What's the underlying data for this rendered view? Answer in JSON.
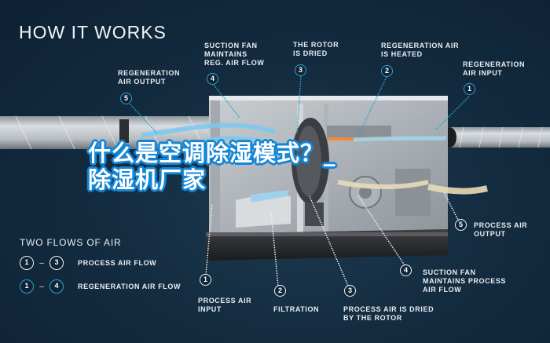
{
  "heading": "HOW IT WORKS",
  "overlay_title": "什么是空调除湿模式？_\n除湿机厂家",
  "colors": {
    "background": "#142c40",
    "regeneration_accent": "#2aa4d0",
    "process_accent": "#f2f5f7",
    "overlay_fill": "#ffffff",
    "overlay_stroke": "#1486d6",
    "process_air_stream": "#e8dcb8",
    "regeneration_air_stream": "#7cc8ee"
  },
  "top_callouts": [
    {
      "number": "5",
      "text": "REGENERATION\nAIR OUTPUT",
      "flow": "regeneration"
    },
    {
      "number": "4",
      "text": "SUCTION FAN\nMAINTAINS\nREG. AIR FLOW",
      "flow": "regeneration"
    },
    {
      "number": "3",
      "text": "THE ROTOR\nIS DRIED",
      "flow": "regeneration"
    },
    {
      "number": "2",
      "text": "REGENERATION AIR\nIS HEATED",
      "flow": "regeneration"
    },
    {
      "number": "1",
      "text": "REGENERATION\nAIR INPUT",
      "flow": "regeneration"
    }
  ],
  "bottom_callouts": [
    {
      "number": "1",
      "text": "PROCESS AIR\nINPUT",
      "flow": "process"
    },
    {
      "number": "2",
      "text": "FILTRATION",
      "flow": "process"
    },
    {
      "number": "3",
      "text": "PROCESS AIR IS DRIED\nBY THE ROTOR",
      "flow": "process"
    },
    {
      "number": "4",
      "text": "SUCTION FAN\nMAINTAINS PROCESS\nAIR FLOW",
      "flow": "process"
    },
    {
      "number": "5",
      "text": "PROCESS AIR\nOUTPUT",
      "flow": "process"
    }
  ],
  "legend": {
    "title": "TWO FLOWS OF AIR",
    "rows": [
      {
        "from": "1",
        "dash": "–",
        "to": "3",
        "label": "PROCESS AIR FLOW",
        "flow": "process"
      },
      {
        "from": "1",
        "dash": "–",
        "to": "4",
        "label": "REGENERATION AIR FLOW",
        "flow": "regeneration"
      }
    ]
  }
}
